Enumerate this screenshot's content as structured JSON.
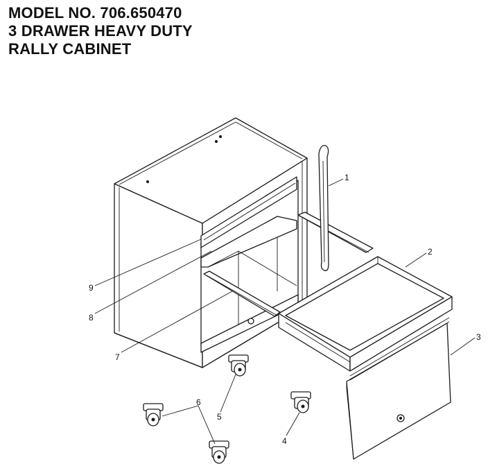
{
  "title": {
    "lines": [
      "MODEL NO. 706.650470",
      "3 DRAWER HEAVY DUTY",
      "RALLY CABINET"
    ]
  },
  "callouts": {
    "c1": "1",
    "c2": "2",
    "c3": "3",
    "c4": "4",
    "c5": "5",
    "c6": "6",
    "c7": "7",
    "c8": "8",
    "c9": "9"
  }
}
